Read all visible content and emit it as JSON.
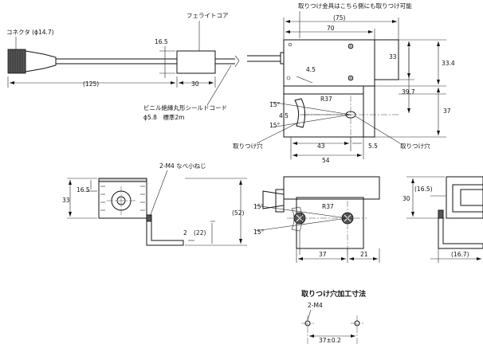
{
  "callouts": {
    "mounting_bracket_note": "取りつけ金具はこちら側にも取りつけ可能",
    "ferrite_core": "フェライトコア",
    "connector": "コネクタ (ϕ14.7)",
    "cable_line1": "ビニル絶縁丸形シールドコード",
    "cable_line2": "ϕ5.8　標準2m",
    "mount_hole_left": "取りつけ穴",
    "mount_hole_right": "取りつけ穴",
    "screw": "2-M4 なべ小ねじ",
    "hole_title": "取りつけ穴加工寸法",
    "hole_spec": "2-M4"
  },
  "dims": {
    "cable_len": "(125)",
    "core_height": "16.5",
    "core_len": "30",
    "top_width_paren": "(75)",
    "top_width": "70",
    "h33_top": "33",
    "h33_4": "33.4",
    "r_4_5": "4.5",
    "h39_7": "39.7",
    "r37_top": "R37",
    "h37": "37",
    "ang15_a": "15°",
    "ang15_b": "15°",
    "r_4_5_b": "4.5",
    "w43": "43",
    "w5_5": "5.5",
    "w54": "54",
    "left_33": "33",
    "left_16_5": "16.5",
    "left_52": "(52)",
    "left_22": "(22)",
    "left_2": "2",
    "ang15_c": "15°",
    "ang15_d": "15°",
    "r37_front": "R37",
    "w37": "37",
    "w21": "21",
    "right_30": "30",
    "right_16_5": "(16.5)",
    "right_16_7": "(16.7)",
    "hole_pitch": "37±0.2"
  }
}
